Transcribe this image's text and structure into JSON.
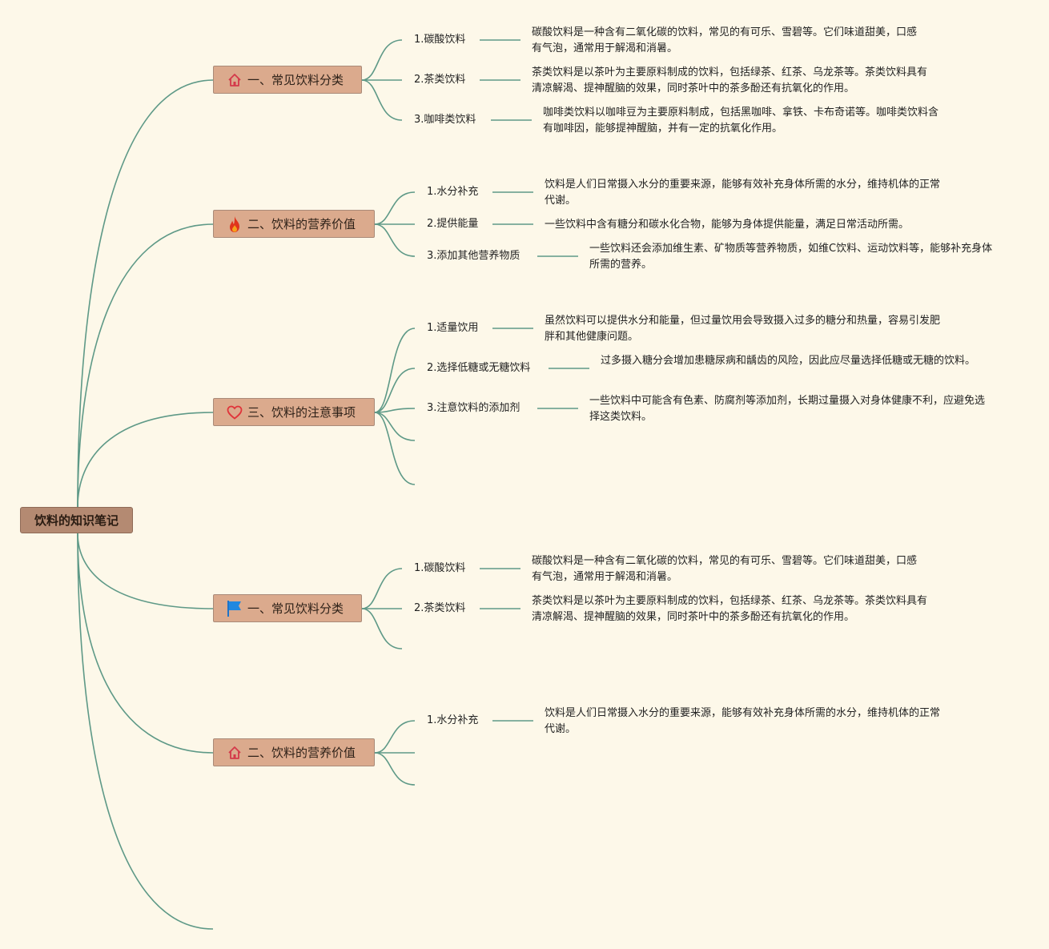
{
  "root": {
    "label": "饮料的知识笔记"
  },
  "branches": [
    {
      "label": "一、常见饮料分类",
      "icon": "home-icon",
      "items": [
        {
          "label": "1.碳酸饮料",
          "desc": "碳酸饮料是一种含有二氧化碳的饮料，常见的有可乐、雪碧等。它们味道甜美，口感有气泡，通常用于解渴和消暑。"
        },
        {
          "label": "2.茶类饮料",
          "desc": "茶类饮料是以茶叶为主要原料制成的饮料，包括绿茶、红茶、乌龙茶等。茶类饮料具有清凉解渴、提神醒脑的效果，同时茶叶中的茶多酚还有抗氧化的作用。"
        },
        {
          "label": "3.咖啡类饮料",
          "desc": "咖啡类饮料以咖啡豆为主要原料制成，包括黑咖啡、拿铁、卡布奇诺等。咖啡类饮料含有咖啡因，能够提神醒脑，并有一定的抗氧化作用。"
        }
      ]
    },
    {
      "label": "二、饮料的营养价值",
      "icon": "fire-icon",
      "items": [
        {
          "label": "1.水分补充",
          "desc": "饮料是人们日常摄入水分的重要来源，能够有效补充身体所需的水分，维持机体的正常代谢。"
        },
        {
          "label": "2.提供能量",
          "desc": "一些饮料中含有糖分和碳水化合物，能够为身体提供能量，满足日常活动所需。"
        },
        {
          "label": "3.添加其他营养物质",
          "desc": "一些饮料还会添加维生素、矿物质等营养物质，如维C饮料、运动饮料等，能够补充身体所需的营养。"
        }
      ]
    },
    {
      "label": "三、饮料的注意事项",
      "icon": "heart-icon",
      "items": [
        {
          "label": "1.适量饮用",
          "desc": "虽然饮料可以提供水分和能量，但过量饮用会导致摄入过多的糖分和热量，容易引发肥胖和其他健康问题。"
        },
        {
          "label": "2.选择低糖或无糖饮料",
          "desc": "过多摄入糖分会增加患糖尿病和龋齿的风险，因此应尽量选择低糖或无糖的饮料。"
        },
        {
          "label": "3.注意饮料的添加剂",
          "desc": "一些饮料中可能含有色素、防腐剂等添加剂，长期过量摄入对身体健康不利，应避免选择这类饮料。"
        }
      ]
    },
    {
      "label": "一、常见饮料分类",
      "icon": "flag-icon",
      "items": [
        {
          "label": "1.碳酸饮料",
          "desc": "碳酸饮料是一种含有二氧化碳的饮料，常见的有可乐、雪碧等。它们味道甜美，口感有气泡，通常用于解渴和消暑。"
        },
        {
          "label": "2.茶类饮料",
          "desc": "茶类饮料是以茶叶为主要原料制成的饮料，包括绿茶、红茶、乌龙茶等。茶类饮料具有清凉解渴、提神醒脑的效果，同时茶叶中的茶多酚还有抗氧化的作用。"
        }
      ]
    },
    {
      "label": "二、饮料的营养价值",
      "icon": "home-icon",
      "items": [
        {
          "label": "1.水分补充",
          "desc": "饮料是人们日常摄入水分的重要来源，能够有效补充身体所需的水分，维持机体的正常代谢。"
        }
      ]
    }
  ],
  "colors": {
    "link": "#5e9987",
    "background": "#fdf8e9",
    "branch_fill": "#dbaa8d",
    "root_fill": "#b48a72"
  }
}
